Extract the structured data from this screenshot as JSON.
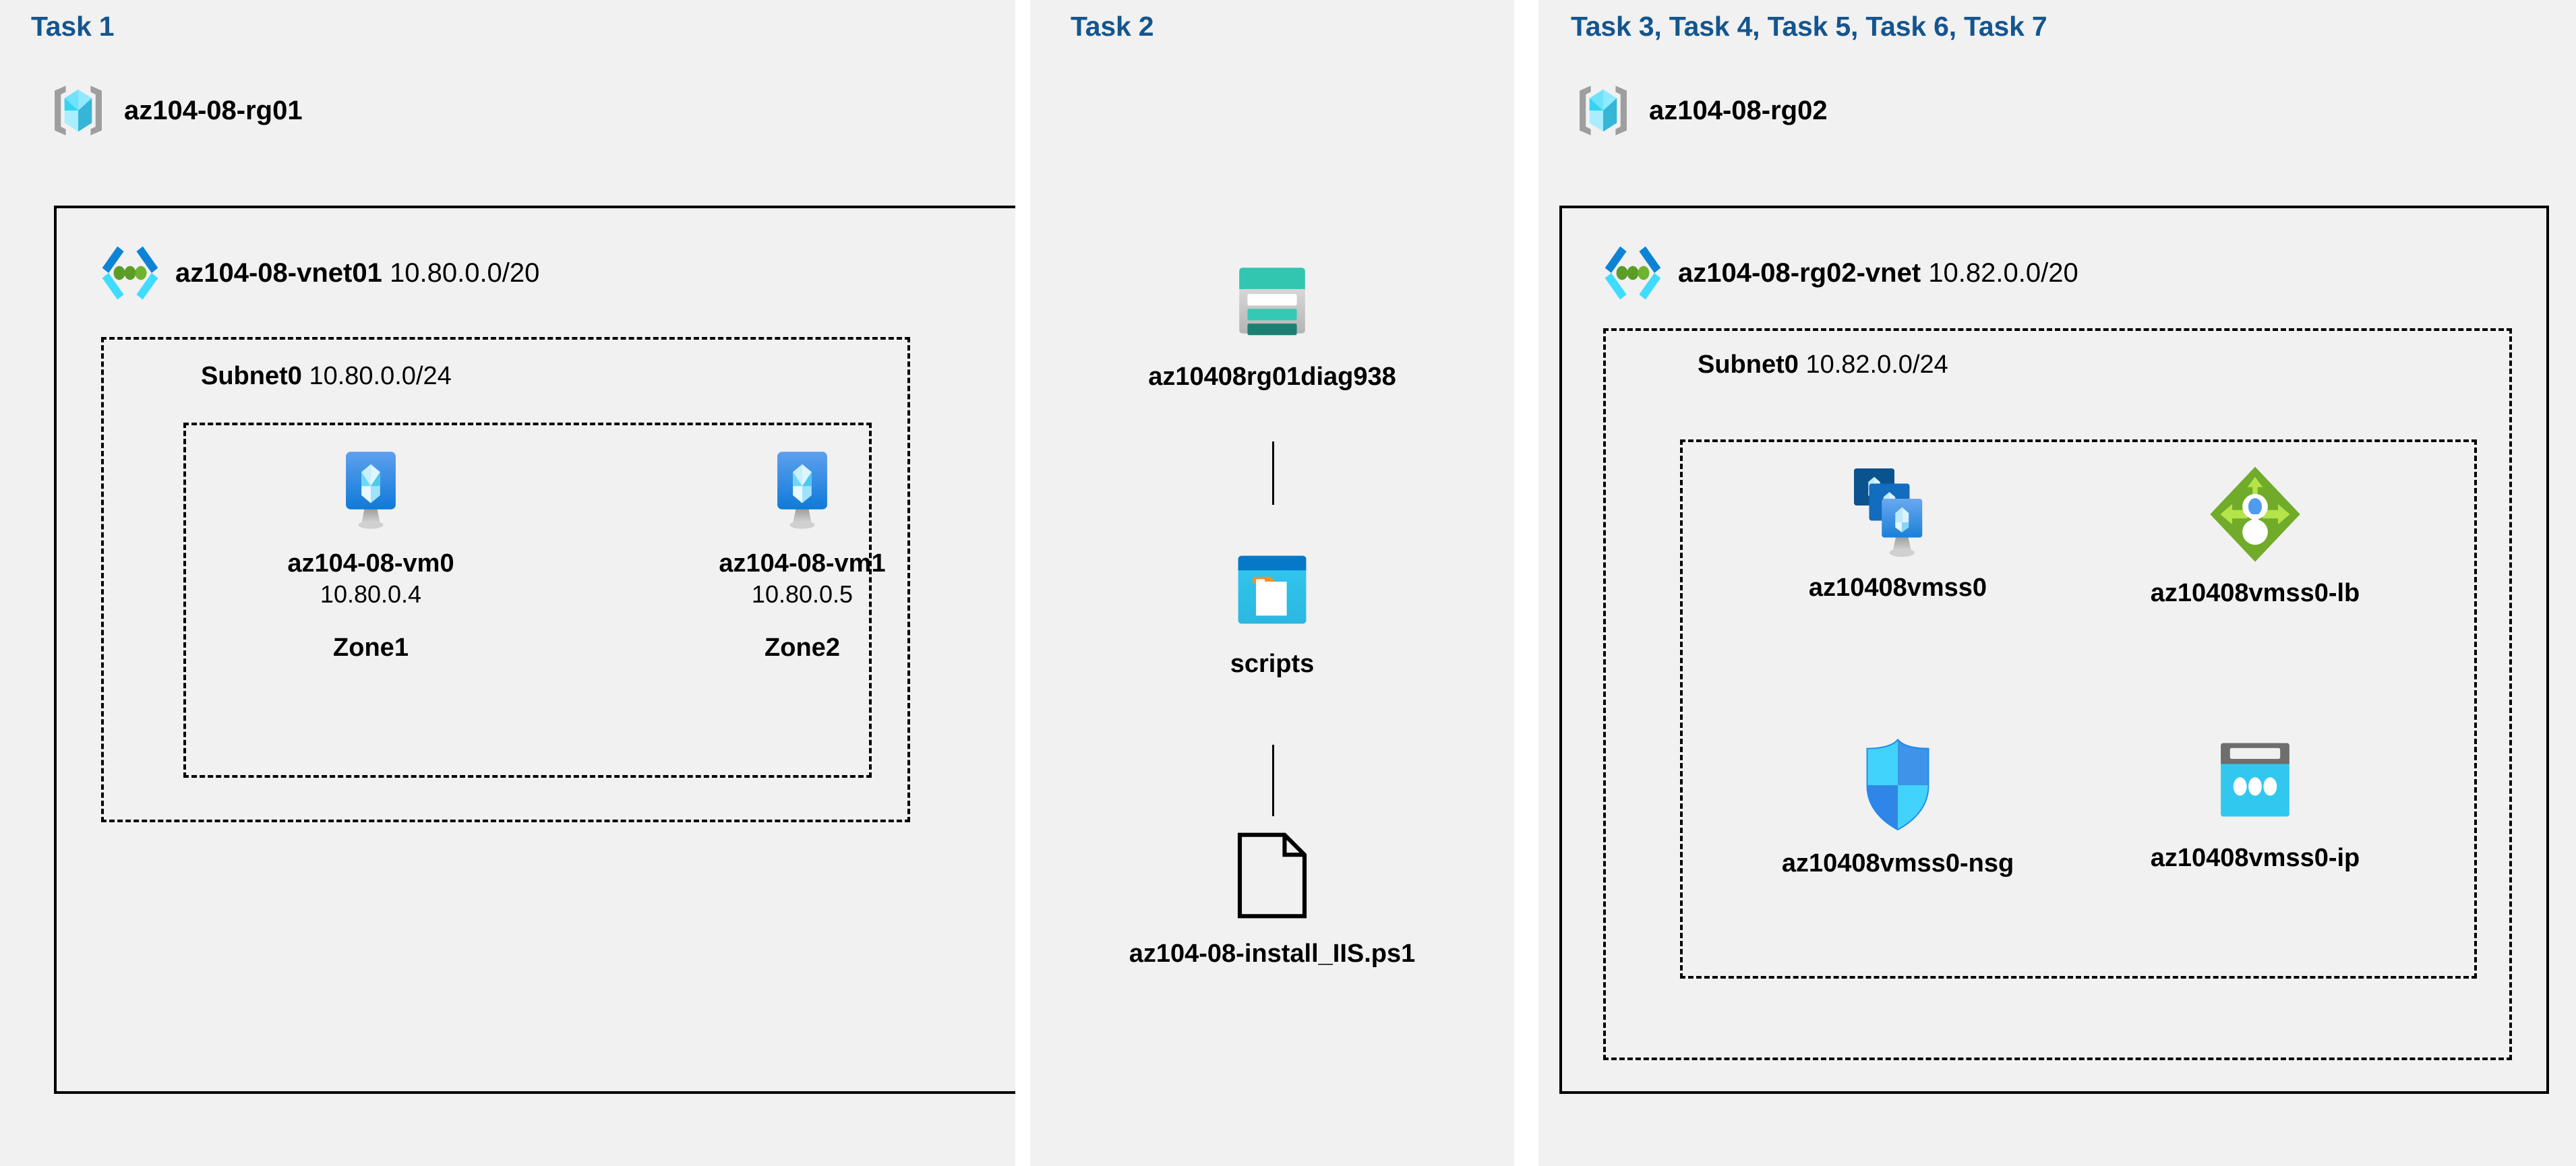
{
  "diagram": {
    "title": "Azure AZ-104 Lab 08 architecture",
    "background_color": "#ffffff",
    "panel_color": "#f1f1f1",
    "heading_color": "#14558f",
    "line_color": "#000000"
  },
  "panels": [
    {
      "id": "task1",
      "heading": "Task 1",
      "resource_group": {
        "name": "az104-08-rg01",
        "icon": "resource-group-icon"
      },
      "vnet": {
        "name": "az104-08-vnet01",
        "cidr": "10.80.0.0/20",
        "icon": "virtual-network-icon"
      },
      "subnet": {
        "name": "Subnet0",
        "cidr": "10.80.0.0/24"
      },
      "vms": [
        {
          "name": "az104-08-vm0",
          "ip": "10.80.0.4",
          "zone": "Zone1",
          "icon": "virtual-machine-icon"
        },
        {
          "name": "az104-08-vm1",
          "ip": "10.80.0.5",
          "zone": "Zone2",
          "icon": "virtual-machine-icon"
        }
      ]
    },
    {
      "id": "task2",
      "heading": "Task 2",
      "nodes": [
        {
          "name": "az10408rg01diag938",
          "icon": "storage-account-icon"
        },
        {
          "name": "scripts",
          "icon": "blob-container-icon"
        },
        {
          "name": "az104-08-install_IIS.ps1",
          "icon": "file-icon"
        }
      ]
    },
    {
      "id": "task3",
      "heading": "Task 3, Task 4, Task 5, Task 6, Task 7",
      "resource_group": {
        "name": "az104-08-rg02",
        "icon": "resource-group-icon"
      },
      "vnet": {
        "name": "az104-08-rg02-vnet",
        "cidr": "10.82.0.0/20",
        "icon": "virtual-network-icon"
      },
      "subnet": {
        "name": "Subnet0",
        "cidr": "10.82.0.0/24"
      },
      "resources": [
        {
          "name": "az10408vmss0",
          "icon": "vm-scale-set-icon"
        },
        {
          "name": "az10408vmss0-lb",
          "icon": "load-balancer-icon"
        },
        {
          "name": "az10408vmss0-nsg",
          "icon": "network-security-group-icon"
        },
        {
          "name": "az10408vmss0-ip",
          "icon": "public-ip-address-icon"
        }
      ]
    }
  ]
}
